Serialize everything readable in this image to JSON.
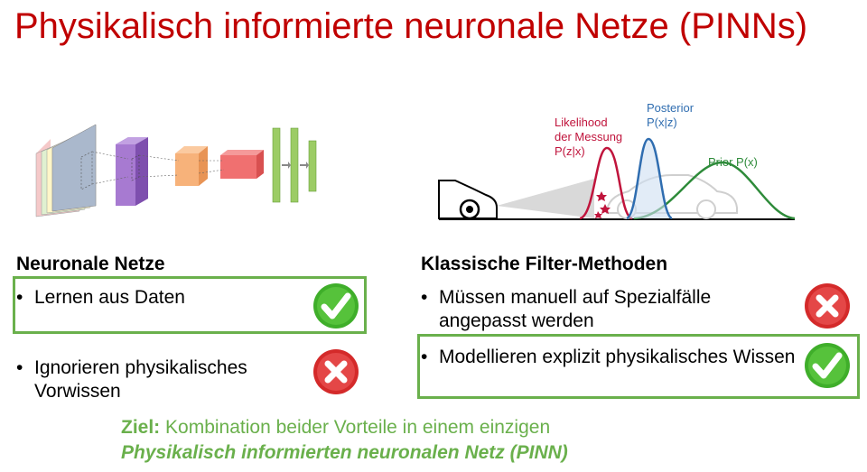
{
  "title": "Physikalisch informierte neuronale Netze (PINNs)",
  "filter_figure": {
    "likelihood_label": [
      "Likelihood",
      "der Messung",
      "P(z|x)"
    ],
    "posterior_label": [
      "Posterior",
      "P(x|z)"
    ],
    "prior_label": "Prior P(x)",
    "colors": {
      "likelihood": "#c0143c",
      "posterior": "#2f6db0",
      "prior": "#2e8b3a"
    }
  },
  "left": {
    "heading": "Neuronale Netze",
    "pros": [
      "Lernen aus Daten"
    ],
    "cons": [
      "Ignorieren physikalisches Vorwissen"
    ]
  },
  "right": {
    "heading": "Klassische Filter-Methoden",
    "cons": [
      "Müssen manuell auf Spezialfälle angepasst werden"
    ],
    "pros": [
      "Modellieren explizit physikalisches Wissen"
    ]
  },
  "goal": {
    "prefix": "Ziel:",
    "text": "Kombination beider Vorteile in einem einzigen",
    "emphasis": "Physikalisch informierten neuronalen Netz (PINN)"
  },
  "bullet_char": "•",
  "icons": {
    "pro": "check-icon",
    "con": "cross-icon"
  },
  "accent_colors": {
    "title": "#c00000",
    "box": "#6ab04c",
    "check": "#3fae2a",
    "cross": "#d42a2a"
  }
}
